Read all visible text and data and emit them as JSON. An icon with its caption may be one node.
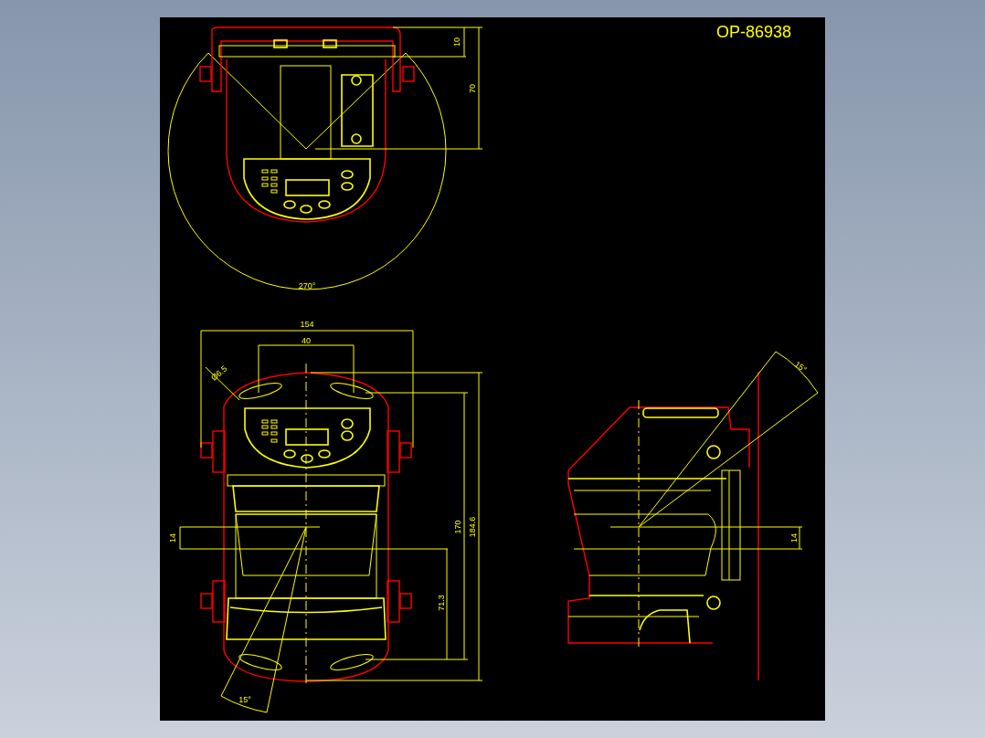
{
  "diagram": {
    "labels": [
      "OP-86938",
      "10",
      "70",
      "270°",
      "154",
      "40",
      "Ø6.5",
      "14",
      "170",
      "184.6",
      "71.3",
      "15°",
      "15°",
      "14"
    ]
  }
}
